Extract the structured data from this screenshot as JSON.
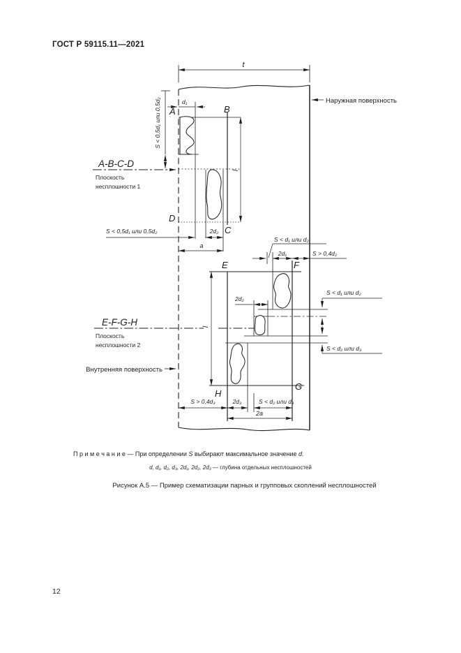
{
  "page": {
    "header": "ГОСТ Р 59115.11—2021",
    "page_number": "12"
  },
  "note": {
    "label": "П р и м е ч а н и е",
    "text1": "— При определении",
    "s": "S",
    "text2": "выбирают максимальное значение",
    "d": "d."
  },
  "legend": {
    "terms": "d, d₁, d₂, d₃, 2d₁, 2d₂, 2d₃",
    "description": "— глубина отдельных несплошностей"
  },
  "caption": "Рисунок А.5 — Пример схематизации парных и групповых скоплений несплошностей",
  "diagram": {
    "t": "t",
    "outer_surface": "Наружная поверхность",
    "inner_surface": "Внутренняя поверхность",
    "plane1": {
      "points": "A-B-C-D",
      "name1": "Плоскость",
      "name2": "несплошности 1"
    },
    "plane2": {
      "points": "E-F-G-H",
      "name1": "Плоскость",
      "name2": "несплошности 2"
    },
    "points": {
      "A": "A",
      "B": "B",
      "C": "C",
      "D": "D",
      "E": "E",
      "F": "F",
      "G": "G",
      "H": "H"
    },
    "dims": {
      "d1": "d₁",
      "s_05_vertical": "S < 0,5d₁ или 0,5d₂",
      "s_05_horizontal": "S < 0,5d₁ или 0,5d₂",
      "l1": "l",
      "l2": "l",
      "two_d2_group1": "2d₂",
      "a": "a",
      "s_d1_d2_top": "S < d₁ или d₂",
      "two_d1": "2d₁",
      "s_04_d2": "S > 0,4d₂",
      "s_d1_d2_right": "S < d₁ или d₂",
      "two_d2_group2": "2d₂",
      "s_d2_d3_right": "S < d₂ или d₃",
      "s_04_d3": "S > 0,4d₃",
      "two_d3": "2d₃",
      "s_d2_d3_bottom": "S < d₂ или d₃",
      "two_a": "2a"
    }
  }
}
